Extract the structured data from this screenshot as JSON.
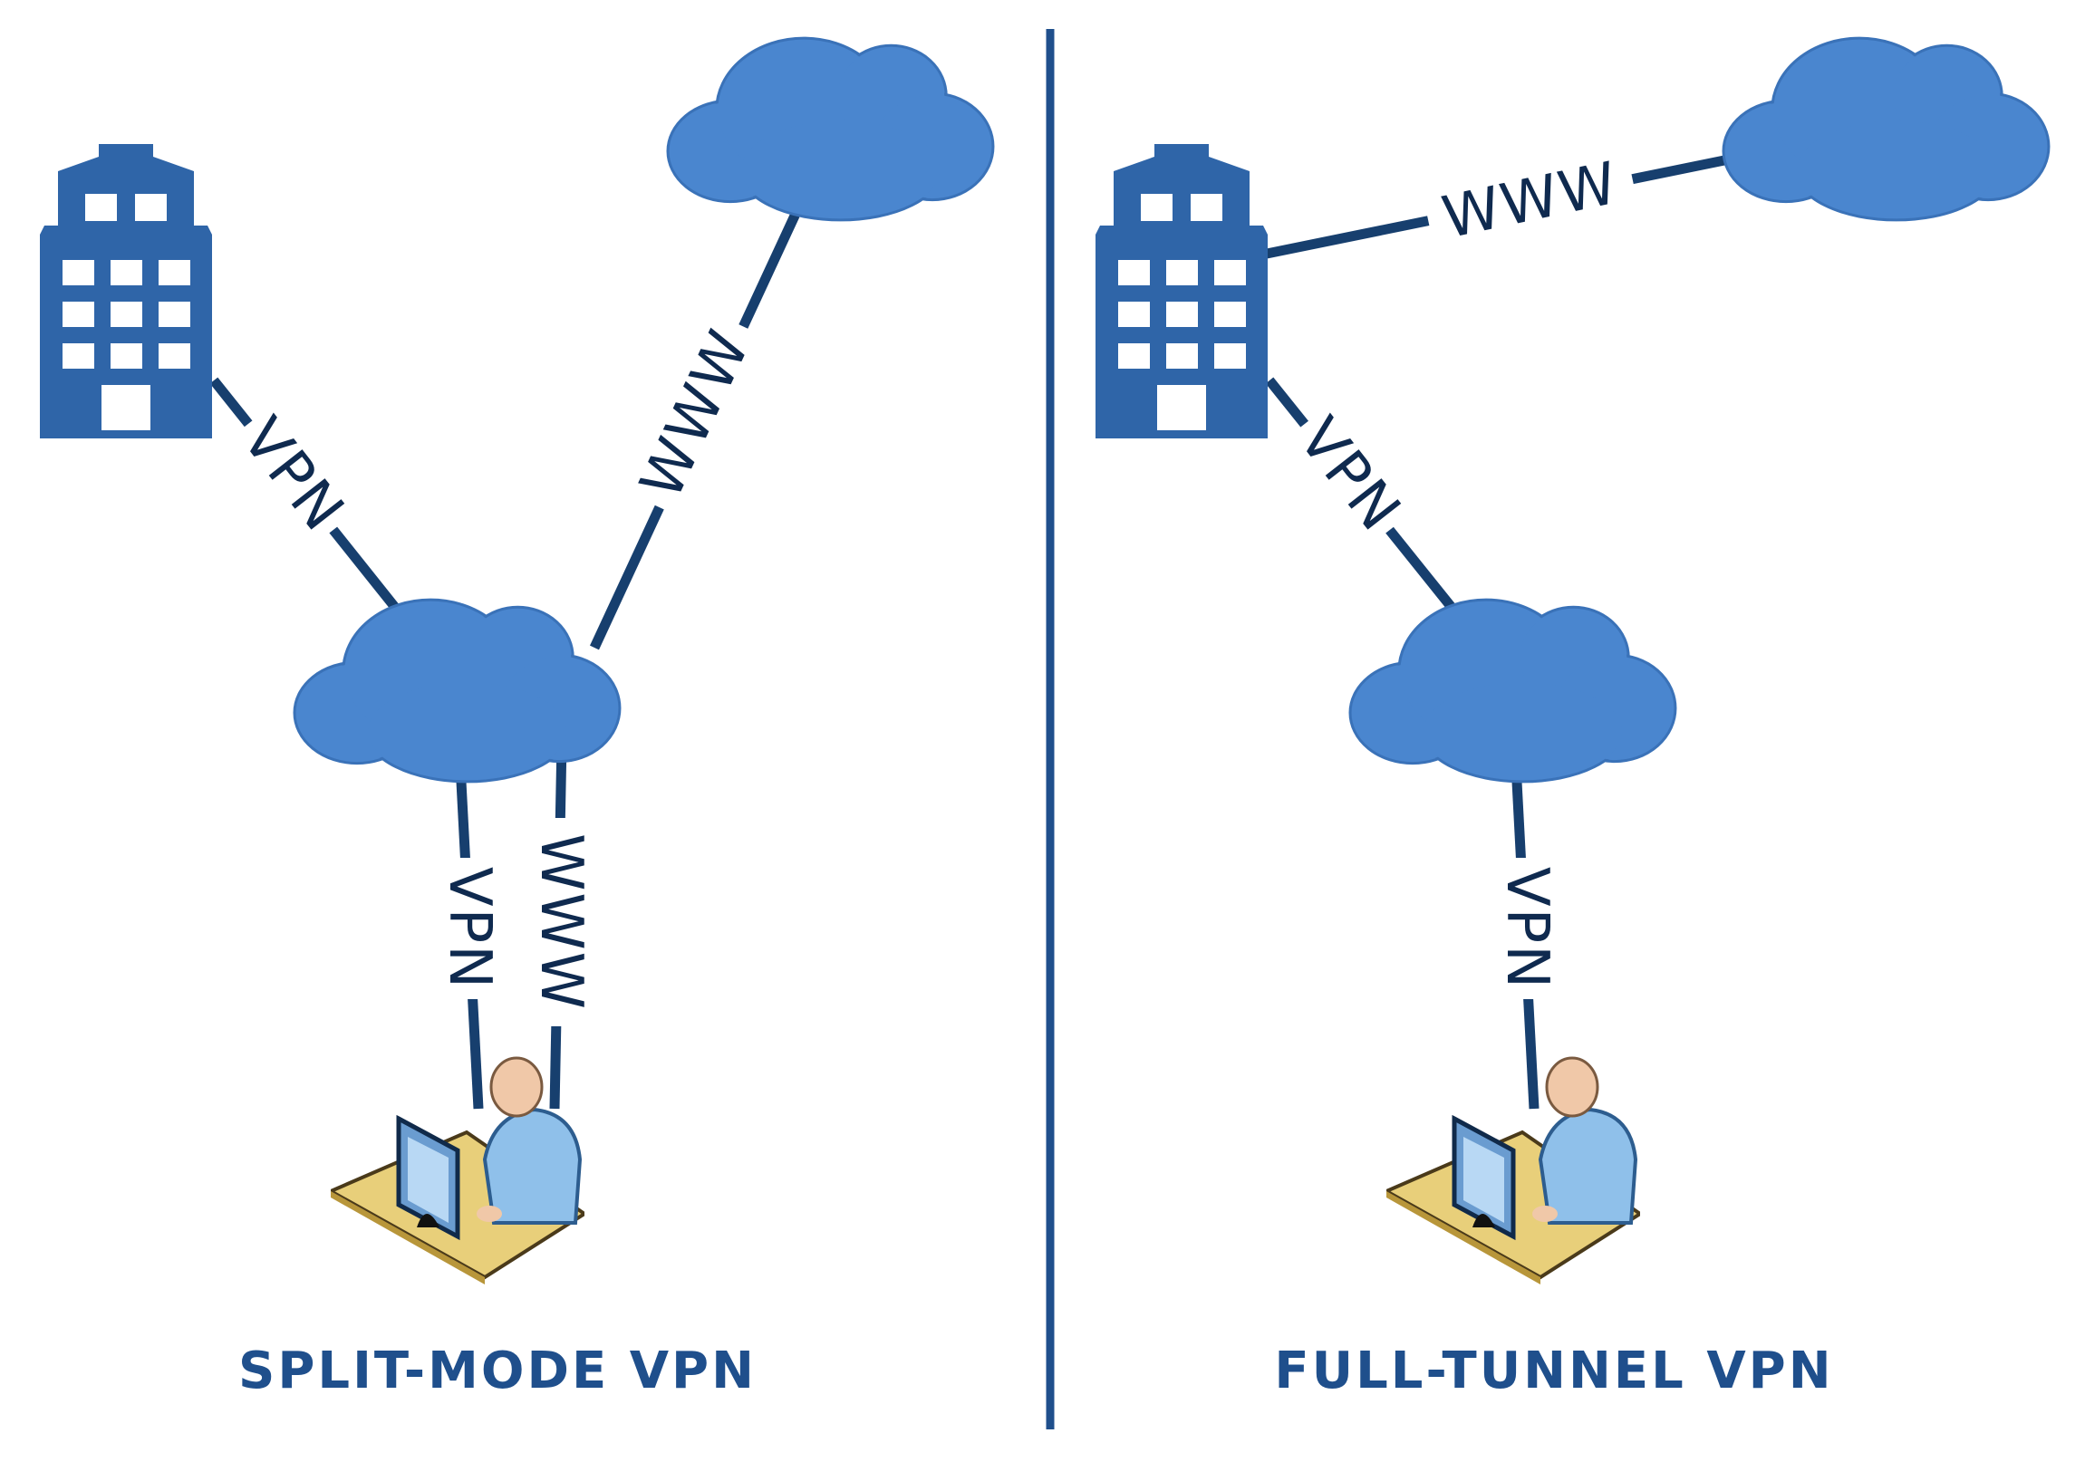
{
  "colors": {
    "accent": "#1f4f8c",
    "cloud": "#4a86cf",
    "building": "#2f65a8",
    "line": "#173f6e"
  },
  "left": {
    "title": "SPLIT-MODE VPN",
    "labels": {
      "building_vpn": "VPN",
      "cloud_www": "WWW",
      "user_vpn": "VPN",
      "user_www": "WWW"
    }
  },
  "right": {
    "title": "FULL-TUNNEL VPN",
    "labels": {
      "building_www": "WWW",
      "building_vpn": "VPN",
      "user_vpn": "VPN"
    }
  }
}
